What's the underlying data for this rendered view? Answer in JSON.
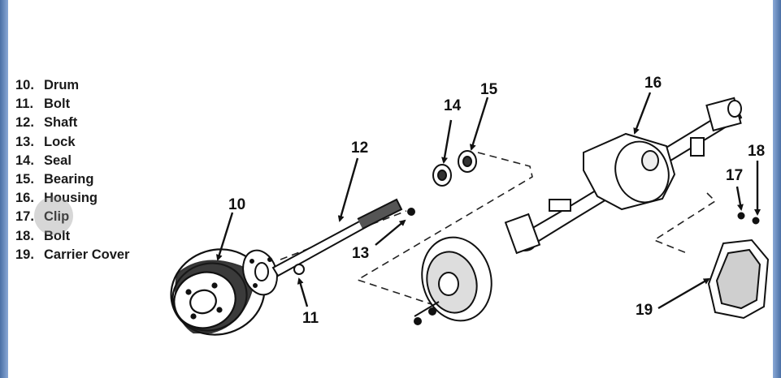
{
  "legend": [
    {
      "num": "10.",
      "name": "Drum"
    },
    {
      "num": "11.",
      "name": "Bolt"
    },
    {
      "num": "12.",
      "name": "Shaft"
    },
    {
      "num": "13.",
      "name": "Lock"
    },
    {
      "num": "14.",
      "name": "Seal"
    },
    {
      "num": "15.",
      "name": "Bearing"
    },
    {
      "num": "16.",
      "name": "Housing"
    },
    {
      "num": "17.",
      "name": "Clip"
    },
    {
      "num": "18.",
      "name": "Bolt"
    },
    {
      "num": "19.",
      "name": "Carrier Cover"
    }
  ],
  "callouts": {
    "c10": "10",
    "c11": "11",
    "c12": "12",
    "c13": "13",
    "c14": "14",
    "c15": "15",
    "c16": "16",
    "c17": "17",
    "c18": "18",
    "c19": "19"
  }
}
